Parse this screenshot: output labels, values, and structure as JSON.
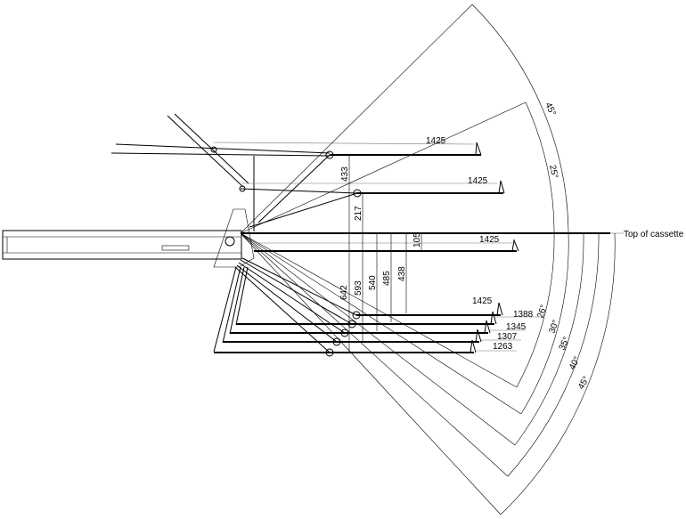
{
  "reference_label": "Top of cassette",
  "length_dims": [
    "1425",
    "1425",
    "1425",
    "1425",
    "1388",
    "1345",
    "1307",
    "1263"
  ],
  "height_dims": [
    "433",
    "217",
    "105",
    "642",
    "593",
    "540",
    "485",
    "438"
  ],
  "angle_labels": {
    "upper_outer": "45°",
    "upper_inner": "25°",
    "lower": [
      "26°",
      "30°",
      "35°",
      "40°",
      "45°"
    ]
  }
}
